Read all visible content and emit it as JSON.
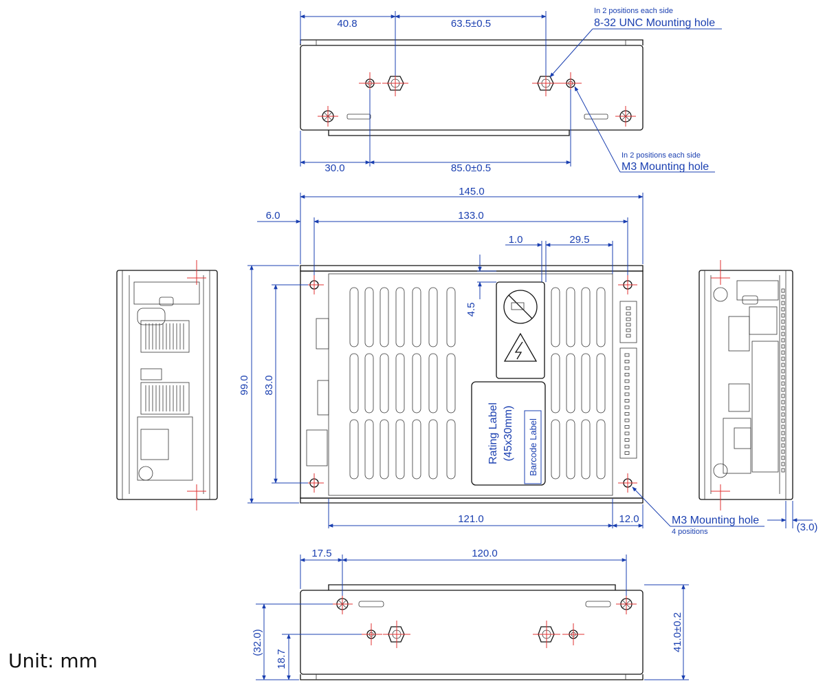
{
  "unit_label": "Unit: mm",
  "top_view": {
    "dim_left": "40.8",
    "dim_top": "63.5±0.5",
    "dim_bottom_left": "30.0",
    "dim_bottom": "85.0±0.5",
    "note_unc_small": "In 2 positions each side",
    "note_unc": "8-32 UNC Mounting hole",
    "note_m3_small": "In 2 positions each side",
    "note_m3": "M3 Mounting hole"
  },
  "front_view": {
    "dim_width": "145.0",
    "dim_inner": "133.0",
    "dim_offset": "6.0",
    "dim_small": "1.0",
    "dim_label_pos": "29.5",
    "dim_vert": "4.5",
    "dim_height": "99.0",
    "dim_height_inner": "83.0",
    "dim_holes": "121.0",
    "dim_edge": "12.0",
    "rating_label_1": "Rating Label",
    "rating_label_2": "(45x30mm)",
    "barcode_label": "Barcode Label",
    "note_m3": "M3 Mounting hole",
    "note_m3_small": "4 positions"
  },
  "right_view": {
    "dim_thickness": "(3.0)"
  },
  "bottom_view": {
    "dim_left": "17.5",
    "dim_span": "120.0",
    "dim_height": "(32.0)",
    "dim_hole": "18.7",
    "dim_total": "41.0±0.2"
  },
  "colors": {
    "dimension": "#1a3fb0",
    "centerline": "#e03030",
    "outline": "#111111"
  }
}
